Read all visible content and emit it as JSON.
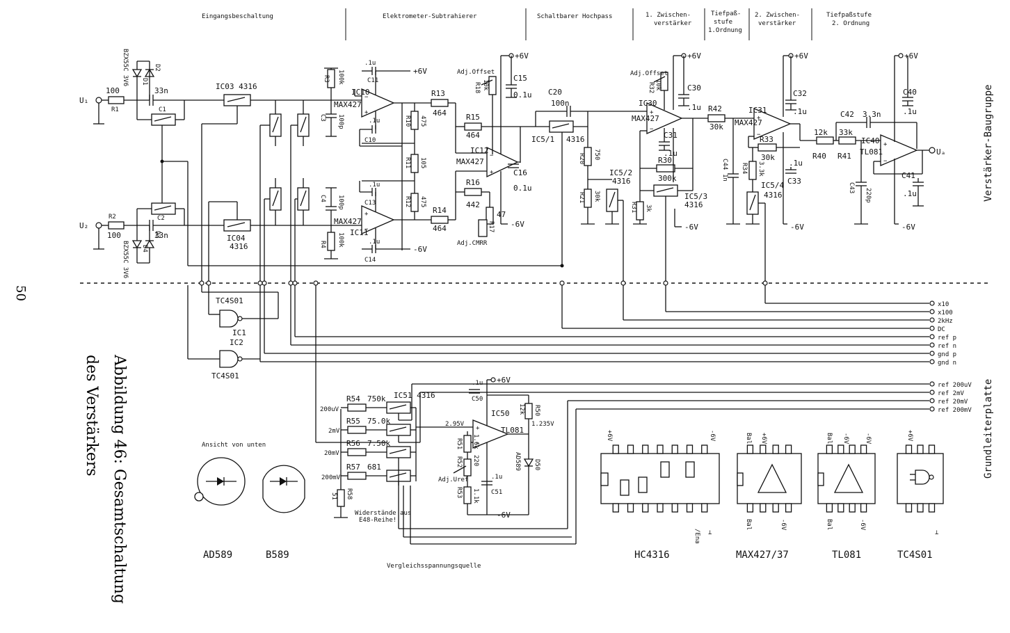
{
  "sections": [
    "Eingangsbeschaltung",
    "Elektrometer-Subtrahierer",
    "Schaltbarer Hochpass",
    "1. Zwischen-",
    "verstärker",
    "Tiefpaß-",
    "stufe",
    "1.Ordnung",
    "2. Zwischen-",
    "verstärker",
    "Tiefpaßstufe",
    "2. Ordnung"
  ],
  "side_labels": {
    "amp": "Verstärker-Baugruppe",
    "base": "Grundleiterplatte"
  },
  "page_number": "50",
  "caption": {
    "line1": "Abbildung 46: Gesamtschaltung",
    "line2": "des Verstärkers"
  },
  "rail": {
    "pos": "+6V",
    "neg": "-6V"
  },
  "inputs": {
    "u1": "U₁",
    "u2": "U₂",
    "ua": "Uₐ"
  },
  "resistors": {
    "r1": "R1",
    "r1v": "100",
    "r2": "R2",
    "r2v": "100",
    "r3": "R3",
    "r3v": "100k",
    "r4": "R4",
    "r4v": "100k",
    "r10": "R10",
    "r10v": "475",
    "r11": "R11",
    "r11v": "105",
    "r12": "R12",
    "r12v": "475",
    "r13": "R13",
    "r13v": "464",
    "r14": "R14",
    "r14v": "464",
    "r15": "R15",
    "r15v": "464",
    "r16": "R16",
    "r16v": "442",
    "r17": "R17",
    "r17v": "47",
    "r18": "R18",
    "r18v": "10k",
    "r20": "R20",
    "r20v": "750",
    "r21": "R21",
    "r21v": "30k",
    "r30": "R30",
    "r30v": "300k",
    "r31": "R31",
    "r31v": "3k",
    "r32": "R32",
    "r32v": "10k",
    "r33": "R33",
    "r33v": "30k",
    "r34": "R34",
    "r34v": "3.3k",
    "r40": "R40",
    "r40v": "12k",
    "r41": "R41",
    "r41v": "33k",
    "r42": "R42",
    "r42v": "30k",
    "r50": "R50",
    "r50v": "12k",
    "r51": "R51",
    "r51v": "1.6k",
    "r52": "R52",
    "r52v": "220",
    "r53": "R53",
    "r53v": "1.1k",
    "r54": "R54",
    "r54v": "750k",
    "r55": "R55",
    "r55v": "75.0k",
    "r56": "R56",
    "r56v": "7.50k",
    "r57": "R57",
    "r57v": "681",
    "r58": "R58",
    "r58v": "51"
  },
  "capacitors": {
    "c1": "C1",
    "c2": "C2",
    "c2v": "33n",
    "c1v": "33n",
    "c3": "C3",
    "c3v": "100p",
    "c4": "C4",
    "c4v": "100p",
    "c10": "C10",
    "c11": "C11",
    "c13": "C13",
    "c14": "C14",
    "c15": "C15",
    "c15v": "0.1u",
    "c16": "C16",
    "c16v": "0.1u",
    "c20": "C20",
    "c20v": "100n",
    "c30": "C30",
    "c31": "C31",
    "c32": "C32",
    "c33": "C33",
    "c40": "C40",
    "c41": "C41",
    "c42": "C42",
    "c42v": "3.3n",
    "c43": "C43",
    "c43v": "220p",
    "c44": "C44",
    "c44v": "1n",
    "c50": "C50",
    "c51": "C51",
    "u1": ".1u"
  },
  "ics": {
    "ic03": "IC03 4316",
    "ic04": "IC04",
    "ic04b": "4316",
    "ic10": "IC10",
    "ic11": "IC11",
    "ic12": "IC12",
    "max": "MAX427",
    "ic51": "IC5/1",
    "ic52": "IC5/2",
    "ic53": "IC5/3",
    "ic54": "IC5/4",
    "v4316": "4316",
    "ic30": "IC30",
    "ic31": "IC31",
    "ic40": "IC40",
    "tl081": "TL081",
    "ic50": "IC50",
    "ic51b": "IC51  4316",
    "ic1": "IC1",
    "ic2": "IC2",
    "tc": "TC4S01"
  },
  "diodes": {
    "d1": "D1",
    "d2": "D2",
    "d3": "D3",
    "d4": "D4",
    "bzx": "BZX55C 3V6",
    "ad": "AD589",
    "d50": "D50"
  },
  "adjust": {
    "offset": "Adj.Offset",
    "cmrr": "Adj.CMRR",
    "uref": "Adj.Uref"
  },
  "ref_levels": [
    "200uV",
    "2mV",
    "20mV",
    "200mV"
  ],
  "ref_voltages": {
    "a": "2.95V",
    "b": "1.235V"
  },
  "connector": [
    "x10",
    "x100",
    "2kHz",
    "DC",
    "ref p",
    "ref n",
    "gnd p",
    "gnd n",
    "ref 200uV",
    "ref 2mV",
    "ref 20mV",
    "ref 200mV"
  ],
  "notes": {
    "bottom_view": "Ansicht von unten",
    "resistors_note": "Widerstände aus",
    "e48": "E48-Reihe!",
    "vref_title": "Vergleichsspannungsquelle"
  },
  "packages": {
    "ad589": "AD589",
    "b589": "B589",
    "hc4316": "HC4316",
    "max427": "MAX427/37",
    "tl081": "TL081",
    "tc4s01": "TC4S01"
  },
  "pin_labels": {
    "vcc": "+6V",
    "vee": "-6V",
    "bal": "Bal",
    "gnd": "/Ena",
    "gnd2": "⊥"
  }
}
